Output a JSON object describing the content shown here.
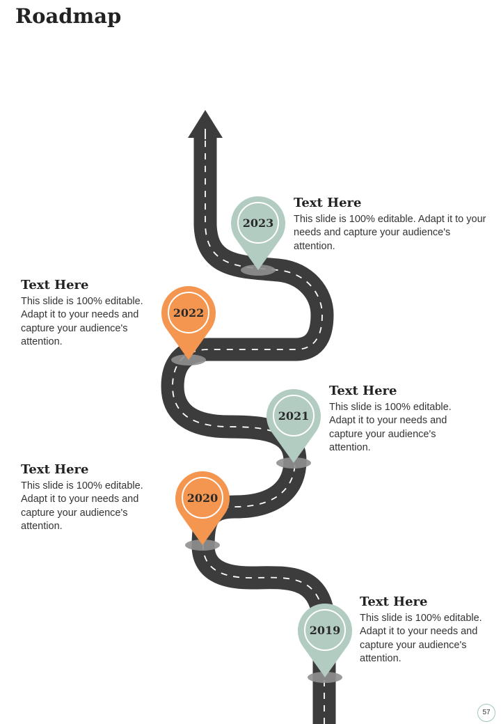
{
  "page": {
    "title": "Roadmap",
    "page_number": "57"
  },
  "colors": {
    "road": "#3c3c3c",
    "road_dash": "#ffffff",
    "accent_orange": "#f4964f",
    "accent_sage": "#b2ccc2",
    "shadow": "#8f8f8f"
  },
  "milestones": [
    {
      "year": "2023",
      "heading": "Text Here",
      "body": "This slide is 100% editable. Adapt it to your needs and capture your audience's attention.",
      "color": "sage",
      "icon": "map-pin-icon"
    },
    {
      "year": "2022",
      "heading": "Text Here",
      "body": "This slide is 100% editable. Adapt it to your needs and capture your audience's attention.",
      "color": "orange",
      "icon": "map-pin-icon"
    },
    {
      "year": "2021",
      "heading": "Text Here",
      "body": "This slide is 100% editable. Adapt it to your needs and capture your audience's attention.",
      "color": "sage",
      "icon": "map-pin-icon"
    },
    {
      "year": "2020",
      "heading": "Text Here",
      "body": "This slide is 100% editable. Adapt it to your needs and capture your audience's attention.",
      "color": "orange",
      "icon": "map-pin-icon"
    },
    {
      "year": "2019",
      "heading": "Text Here",
      "body": "This slide is 100% editable. Adapt it to your needs and capture your audience's attention.",
      "color": "sage",
      "icon": "map-pin-icon"
    }
  ]
}
